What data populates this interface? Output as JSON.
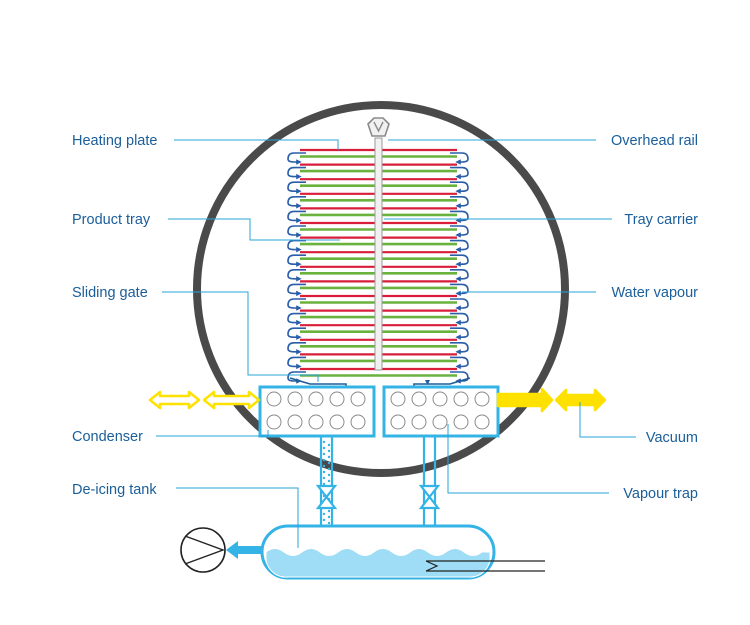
{
  "labels": {
    "heating_plate": "Heating plate",
    "product_tray": "Product tray",
    "sliding_gate": "Sliding gate",
    "condenser": "Condenser",
    "de_icing_tank": "De-icing tank",
    "overhead_rail": "Overhead rail",
    "tray_carrier": "Tray carrier",
    "water_vapour": "Water vapour",
    "vacuum": "Vacuum",
    "vapour_trap": "Vapour trap"
  },
  "colors": {
    "label_text": "#1a5e9a",
    "leader_line": "#29a3d6",
    "chamber_wall": "#4a4a4a",
    "heating_plate": "#d81e3a",
    "product_tray": "#6ab23e",
    "water_vapour_arrow": "#2a5ea8",
    "pipe": "#33b3e6",
    "water": "#9fdcf5",
    "yellow_arrow": "#ffe100"
  },
  "icons": {
    "pump": "pump-icon",
    "valve": "valve-icon",
    "vapour_arrow": "curved-arrow-icon",
    "bidirectional_arrow": "double-arrow-icon"
  }
}
